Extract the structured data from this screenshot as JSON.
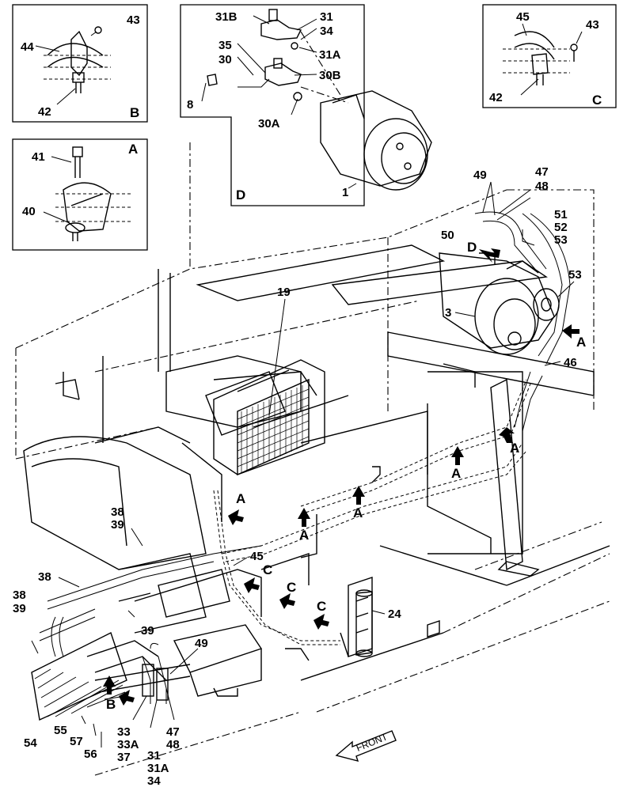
{
  "callouts": {
    "detail_d": {
      "letter": "D",
      "parts": [
        "31B",
        "31",
        "34",
        "31A",
        "35",
        "30",
        "30B",
        "8",
        "30A",
        "1"
      ]
    },
    "detail_b": {
      "letter": "B",
      "parts": [
        "43",
        "44",
        "42"
      ]
    },
    "detail_c": {
      "letter": "C",
      "parts": [
        "45",
        "43",
        "42"
      ]
    },
    "detail_a": {
      "letter": "A",
      "parts": [
        "41",
        "40"
      ]
    },
    "main": {
      "parts": [
        "49",
        "47",
        "48",
        "51",
        "52",
        "53",
        "50",
        "53",
        "3",
        "19",
        "46",
        "38",
        "39",
        "38",
        "38",
        "39",
        "45",
        "39",
        "24",
        "49",
        "54",
        "55",
        "57",
        "56",
        "33",
        "33A",
        "37",
        "31",
        "31A",
        "34",
        "47",
        "48"
      ],
      "arrow_labels": [
        "D",
        "A",
        "A",
        "A",
        "A",
        "A",
        "A",
        "A",
        "C",
        "C",
        "C",
        "B"
      ]
    },
    "front_label": "FRONT"
  },
  "colors": {
    "ink": "#000000",
    "paper": "#ffffff"
  }
}
